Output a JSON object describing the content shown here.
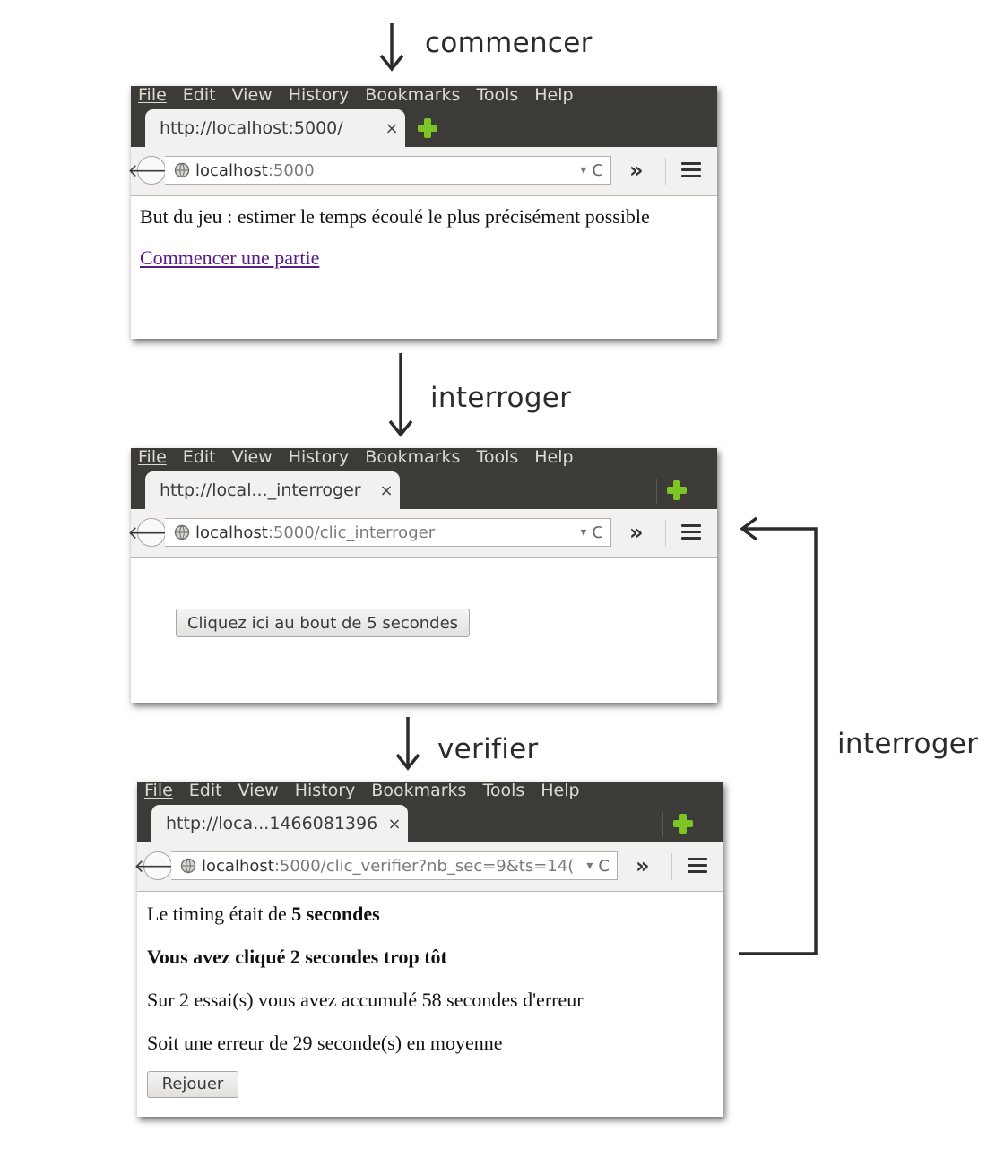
{
  "flow": {
    "commencer": "commencer",
    "interroger": "interroger",
    "verifier": "verifier",
    "loop_label": "interroger"
  },
  "menu": [
    "File",
    "Edit",
    "View",
    "History",
    "Bookmarks",
    "Tools",
    "Help"
  ],
  "screens": {
    "home": {
      "tab_title": "http://localhost:5000/",
      "url_host": "localhost",
      "url_rest": ":5000",
      "goal_text": "But du jeu : estimer le temps écoulé le plus précisément possible",
      "start_link": "Commencer une partie"
    },
    "ask": {
      "tab_title": "http://local..._interroger",
      "url_host": "localhost",
      "url_rest": ":5000/clic_interroger",
      "click_button": "Cliquez ici au bout de 5 secondes"
    },
    "check": {
      "tab_title": "http://loca...1466081396",
      "url_host": "localhost",
      "url_rest": ":5000/clic_verifier?nb_sec=9&ts=14(",
      "timing_prefix": "Le timing était de ",
      "timing_value": "5 secondes",
      "result": "Vous avez cliqué 2 secondes trop tôt",
      "summary": "Sur 2 essai(s) vous avez accumulé 58 secondes d'erreur",
      "average": "Soit une erreur de 29 seconde(s) en moyenne",
      "replay_button": "Rejouer"
    }
  },
  "icons": {
    "close": "×",
    "back": "🡐",
    "dropdown": "▾",
    "reload": "C",
    "overflow": "»"
  },
  "colors": {
    "titlebar": "#3c3b37",
    "tab_bg": "#f2f1f0",
    "plus_green": "#7dc524",
    "visited_link": "#551a8b"
  }
}
